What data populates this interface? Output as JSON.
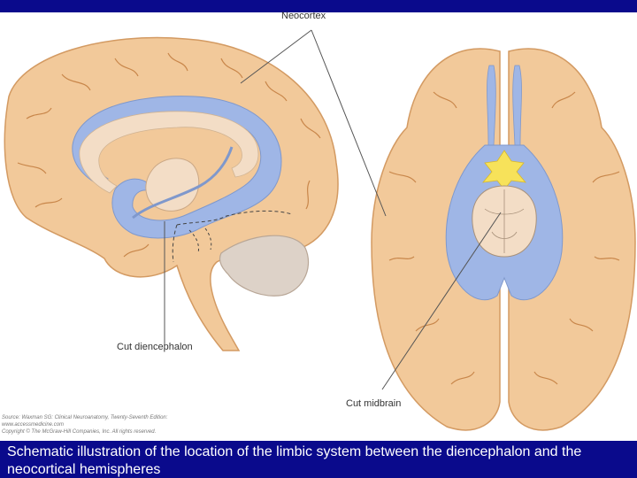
{
  "labels": {
    "neocortex": "Neocortex",
    "cut_diencephalon": "Cut diencephalon",
    "cut_midbrain": "Cut midbrain"
  },
  "source": {
    "line1": "Source: Waxman SG: Clinical Neuroanatomy, Twenty-Seventh Edition:",
    "line2": "www.accessmedicine.com",
    "line3": "Copyright © The McGraw-Hill Companies, Inc. All rights reserved."
  },
  "caption": "Schematic illustration of the location of the limbic system between the diencephalon and the neocortical hemispheres",
  "colors": {
    "cortex": "#f2c99a",
    "limbic": "#9fb6e6",
    "diencephalon": "#f3ddc6",
    "cerebellum": "#ddd2c8",
    "highlight": "#f7e25a",
    "bar": "#0a0a8c"
  }
}
